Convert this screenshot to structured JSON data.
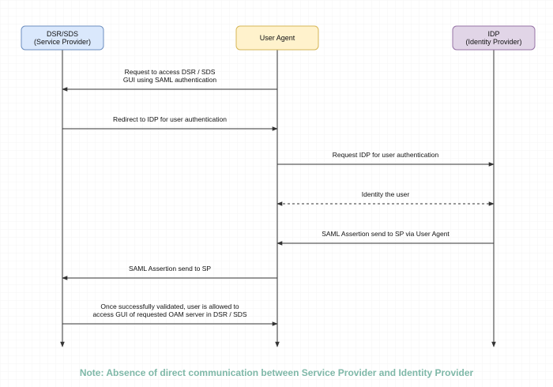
{
  "actors": [
    {
      "id": "sp",
      "lines": [
        "DSR/SDS",
        "(Service Provider)"
      ],
      "fill": "#dae8fc",
      "stroke": "#6c8ebf"
    },
    {
      "id": "ua",
      "lines": [
        "User Agent"
      ],
      "fill": "#fff2cc",
      "stroke": "#d6b656"
    },
    {
      "id": "idp",
      "lines": [
        "IDP",
        "(Identity Provider)"
      ],
      "fill": "#e1d5e7",
      "stroke": "#9673a6"
    }
  ],
  "messages": [
    {
      "from": "ua",
      "to": "sp",
      "style": "solid",
      "lines": [
        "Request to access DSR / SDS",
        "GUI using SAML authentication"
      ]
    },
    {
      "from": "sp",
      "to": "ua",
      "style": "solid",
      "lines": [
        "Redirect to IDP for user authentication"
      ]
    },
    {
      "from": "ua",
      "to": "idp",
      "style": "solid",
      "lines": [
        "Request IDP for user authentication"
      ]
    },
    {
      "from": "idp",
      "to": "ua",
      "style": "dashed-both",
      "lines": [
        "Identity the user"
      ]
    },
    {
      "from": "idp",
      "to": "ua",
      "style": "solid",
      "lines": [
        "SAML Assertion send to SP via User Agent"
      ]
    },
    {
      "from": "ua",
      "to": "sp",
      "style": "solid",
      "lines": [
        "SAML Assertion send to SP"
      ]
    },
    {
      "from": "sp",
      "to": "ua",
      "style": "solid",
      "lines": [
        "Once successfully validated, user is allowed to",
        "access GUI of requested OAM server in DSR / SDS"
      ]
    }
  ],
  "note": {
    "text": "Note: Absence of direct communication between Service Provider and Identity Provider",
    "color": "#7fb8a8"
  },
  "colors": {
    "line": "#333333",
    "grid": "#eeeeee"
  }
}
